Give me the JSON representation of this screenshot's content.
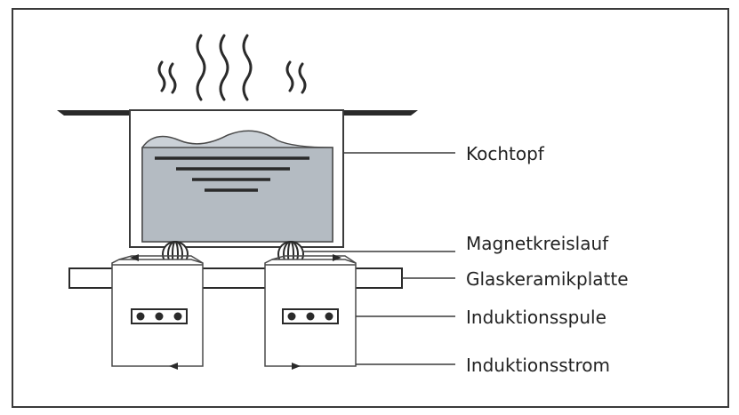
{
  "labels": {
    "pot": "Kochtopf",
    "magnetic_circuit": "Magnetkreislauf",
    "glass_ceramic_plate": "Glaskeramikplatte",
    "induction_coil": "Induktionsspule",
    "induction_current": "Induktionsstrom"
  },
  "colors": {
    "line": "#3a3a3a",
    "contents": "#b4bbc2",
    "contents_top": "#cbd1d7",
    "background": "#ffffff"
  },
  "icons": [
    "steam-icon",
    "coil-icon"
  ]
}
